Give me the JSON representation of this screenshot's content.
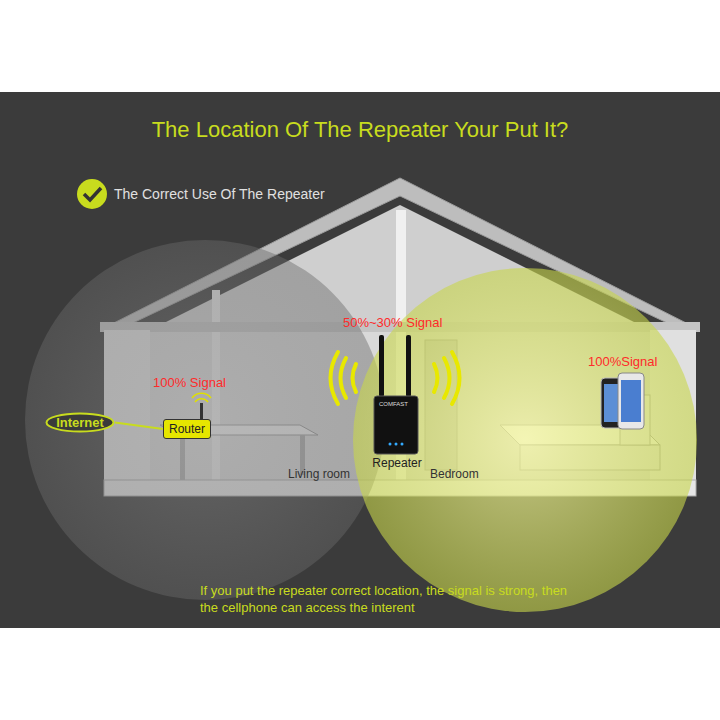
{
  "diagram": {
    "title": "The Location Of The Repeater Your Put It?",
    "caption": "If you put the repeater correct location, the signal is strong, then the cellphone can access the interent",
    "nodes": [
      {
        "text": [
          "Internet"
        ]
      },
      {
        "text": [
          "Router"
        ]
      },
      {
        "text": [
          "Repeater"
        ]
      }
    ],
    "edges": [
      {
        "from": 0,
        "to": 1,
        "arrow": "none"
      }
    ],
    "labels": [
      "The Correct Use Of The Repeater",
      "100% Signal",
      "50%~30% Signal",
      "Living room",
      "Bedroom",
      "100%Signal",
      "COMFAST"
    ]
  }
}
